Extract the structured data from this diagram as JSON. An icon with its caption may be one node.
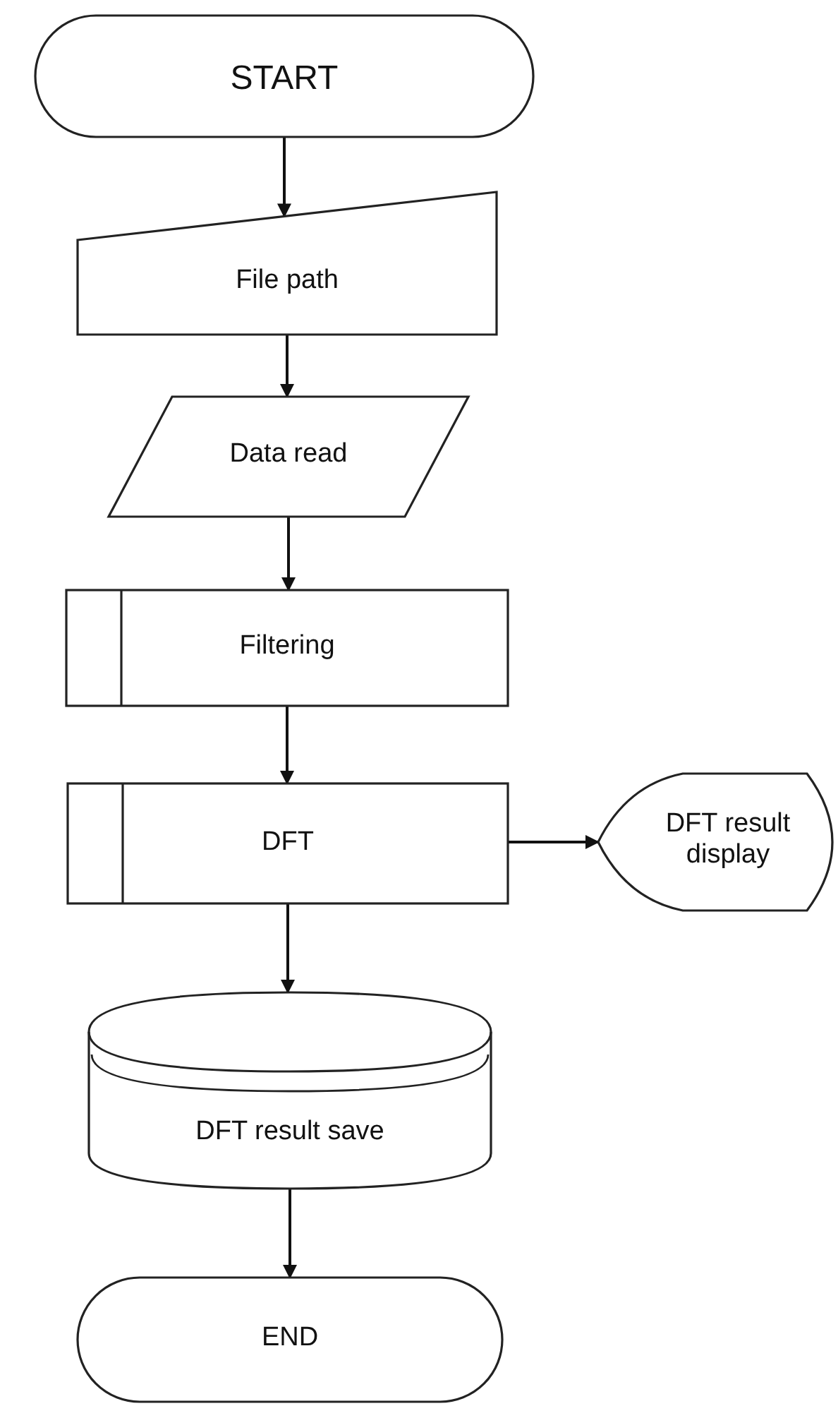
{
  "diagram": {
    "nodes": [
      {
        "text": [
          "START"
        ]
      },
      {
        "text": [
          "File path"
        ]
      },
      {
        "text": [
          "Data read"
        ]
      },
      {
        "text": [
          "Filtering"
        ]
      },
      {
        "text": [
          "DFT"
        ]
      },
      {
        "text": [
          "DFT result display"
        ]
      },
      {
        "text": [
          "DFT result save"
        ]
      },
      {
        "text": [
          "END"
        ]
      }
    ],
    "edges": [
      {
        "from": 0,
        "to": 1,
        "arrow": "to"
      },
      {
        "from": 1,
        "to": 2,
        "arrow": "to"
      },
      {
        "from": 2,
        "to": 3,
        "arrow": "to"
      },
      {
        "from": 3,
        "to": 4,
        "arrow": "to"
      },
      {
        "from": 4,
        "to": 5,
        "arrow": "to"
      },
      {
        "from": 4,
        "to": 6,
        "arrow": "to"
      },
      {
        "from": 6,
        "to": 7,
        "arrow": "to"
      }
    ]
  }
}
